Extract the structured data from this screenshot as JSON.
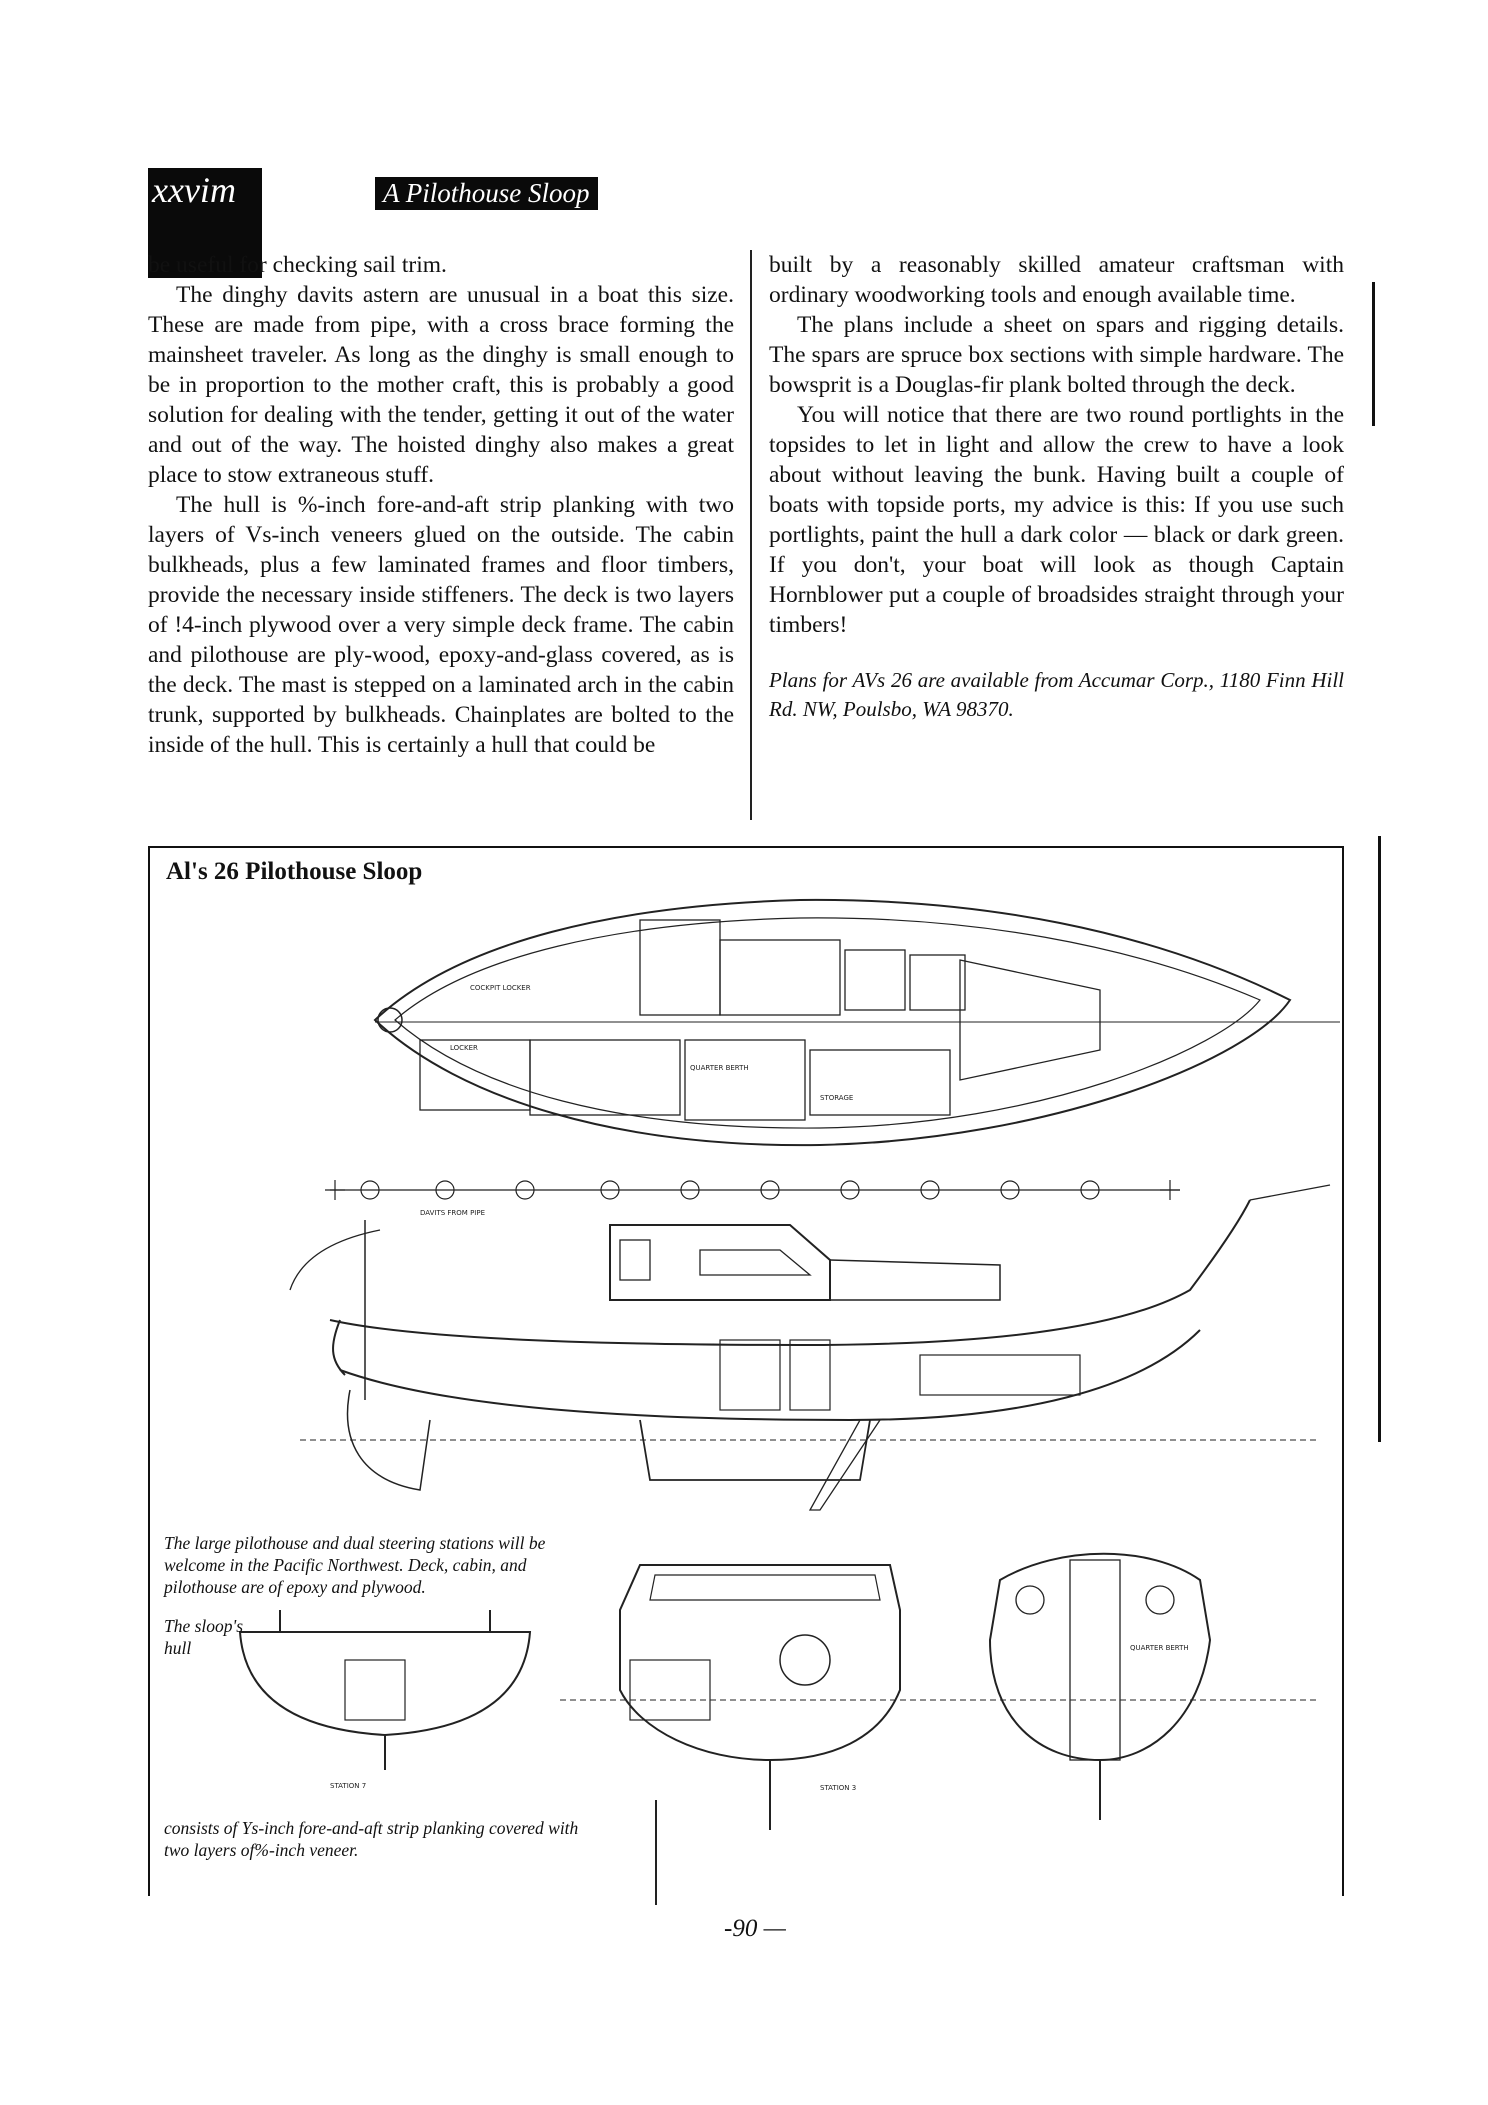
{
  "header": {
    "chapter": "xxvim",
    "running_head": "A Pilothouse Sloop"
  },
  "left_column": [
    "be useful for checking sail trim.",
    "The dinghy davits astern are unusual in a boat this size. These are made from pipe, with a cross brace forming the mainsheet traveler. As long as the dinghy is small enough to be in proportion to the mother craft, this is probably a good solution for dealing with the tender, getting it out of the water and out of the way. The hoisted dinghy also makes a great place to stow extraneous stuff.",
    "The hull is %-inch fore-and-aft strip planking with two layers of Vs-inch veneers glued on the outside. The cabin bulkheads, plus a few laminated frames and floor timbers, provide the necessary inside stiffeners. The deck is two layers of !4-inch plywood over a very simple deck frame. The cabin and pilothouse are ply-wood, epoxy-and-glass covered, as is the deck. The mast is stepped on a laminated arch in the cabin trunk, supported by bulkheads. Chainplates are bolted to the inside of the hull. This is certainly a hull that could be"
  ],
  "right_column": [
    "built by a reasonably skilled amateur craftsman with ordinary woodworking tools and enough available time.",
    "The plans include a sheet on spars and rigging details. The spars are spruce box sections with simple hardware. The bowsprit is a Douglas-fir plank bolted through the deck.",
    "You will notice that there are two round portlights in the topsides to let in light and allow the crew to have a look about without leaving the bunk. Having built a couple of boats with topside ports, my advice is this: If you use such portlights, paint the hull a dark color — black or dark green. If you don't, your boat will look as though Captain Hornblower put a couple of broadsides straight through your timbers!"
  ],
  "credit": "Plans for AVs 26 are available from Accumar Corp., 1180 Finn Hill Rd. NW, Poulsbo, WA 98370.",
  "figure": {
    "title": "Al's 26 Pilothouse Sloop",
    "caption_1": "The large pilothouse and dual steering stations will be welcome in the Pacific Northwest. Deck, cabin, and pilothouse are of epoxy and plywood.",
    "caption_2": "The sloop's hull",
    "caption_3": "consists of Ys-inch fore-and-aft strip planking covered with two layers of%-inch veneer.",
    "labels": {
      "cockpit_locker": "COCKPIT LOCKER",
      "locker": "LOCKER",
      "quarter_berth": "QUARTER BERTH",
      "storage": "STORAGE",
      "davits": "DAVITS FROM PIPE",
      "station_7": "STATION 7",
      "station_3": "STATION 3",
      "quarter_berth_2": "QUARTER BERTH"
    }
  },
  "folio": "-90 —",
  "colors": {
    "ink": "#111111",
    "paper": "#ffffff"
  }
}
